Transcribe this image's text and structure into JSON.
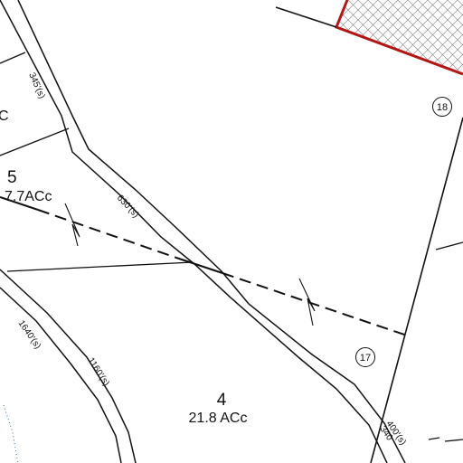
{
  "map": {
    "lots": [
      {
        "id": "lot-5",
        "number": "5",
        "area": "7.7ACc"
      },
      {
        "id": "lot-4",
        "number": "4",
        "area": "21.8 ACc"
      },
      {
        "id": "lot-edge",
        "number": "",
        "area": "C"
      }
    ],
    "parcel_labels": [
      {
        "id": "parcel-18",
        "label": "18"
      },
      {
        "id": "parcel-17",
        "label": "17"
      }
    ],
    "dimensions": [
      {
        "id": "dim-345",
        "label": "345'(s)"
      },
      {
        "id": "dim-630",
        "label": "630'(s)"
      },
      {
        "id": "dim-1640",
        "label": "1640'(s)"
      },
      {
        "id": "dim-1160",
        "label": "1160'(s)"
      },
      {
        "id": "dim-400",
        "label": "400'(s)"
      },
      {
        "id": "dim-340",
        "label": "340"
      }
    ],
    "colors": {
      "line": "#111111",
      "highlight_parcel": "#b01818",
      "hatch": "#7a7a7a",
      "water": "#3b6fb0"
    }
  }
}
